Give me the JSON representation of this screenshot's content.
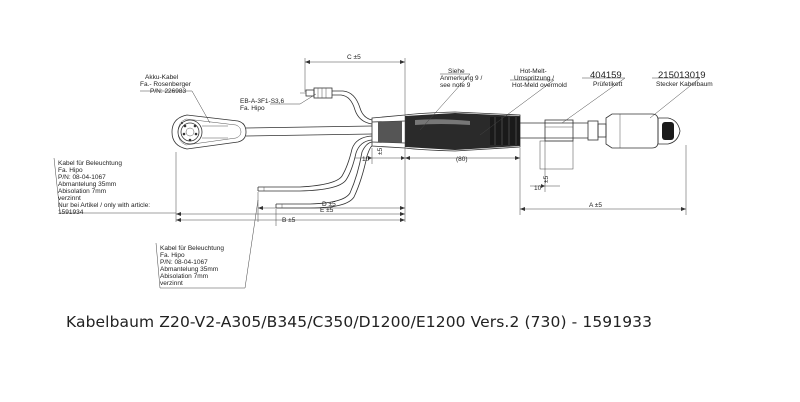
{
  "labels": {
    "akku_1": "Akku-Kabel",
    "akku_2": "Fa.- Rosenberger",
    "akku_3": "P/N: 226983",
    "eb_1": "EB-A-3F1-S3,6",
    "eb_2": "Fa. Hipo",
    "siehe_1": "Siehe",
    "siehe_2": "Anmerkung 9 /",
    "siehe_3": "see note 9",
    "hot_1": "Hot-Melt-",
    "hot_2": "Umspritzung /",
    "hot_3": "Hot-Meld overmold",
    "p404_num": "404159",
    "p404_txt": "Prüfetikett",
    "p215_num": "215013019",
    "p215_txt": "Stecker Kabelbaum",
    "kab1_1": "Kabel für Beleuchtung",
    "kab1_2": "Fa. Hipo",
    "kab1_3": "P/N: 08-04-1067",
    "kab1_4": "Abmantelung 35mm",
    "kab1_5": "Abisolation 7mm",
    "kab1_6": "verzinnt",
    "kab1_7": "Nur bei Artikel / only with article:",
    "kab1_8": "1591934",
    "kab2_1": "Kabel für Beleuchtung",
    "kab2_2": "Fa. Hipo",
    "kab2_3": "P/N: 08-04-1067",
    "kab2_4": "Abmantelung 35mm",
    "kab2_5": "Abisolation 7mm",
    "kab2_6": "verzinnt"
  },
  "dimensions": {
    "c": "C ±5",
    "d": "D ±5",
    "e": "E ±5",
    "b": "B ±5",
    "a": "A ±5",
    "ten_left": "10",
    "ten_left_tol": "±5",
    "ten_right": "10",
    "ten_right_tol": "±5",
    "eighty": "(80)"
  },
  "caption": "Kabelbaum Z20-V2-A305/B345/C350/D1200/E1200 Vers.2 (730) - 1591933"
}
